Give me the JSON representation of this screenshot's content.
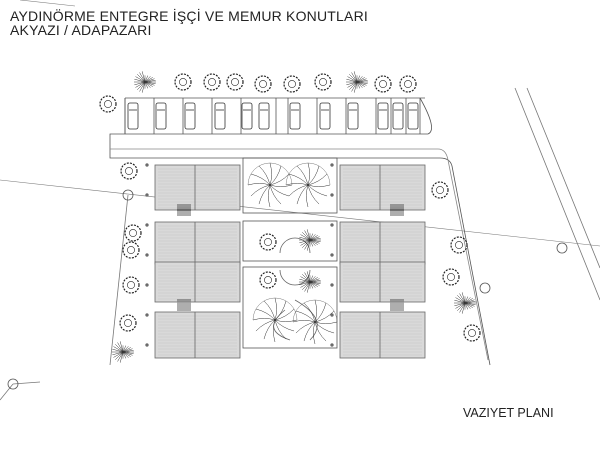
{
  "title": {
    "line1": "AYDINÖRME ENTEGRE İŞÇİ VE MEMUR KONUTLARI",
    "line2": "AKYAZI / ADAPAZARI"
  },
  "plan_label": "VAZIYET PLANI",
  "colors": {
    "line": "#444444",
    "building_fill": "#d9d9d9",
    "text": "#222222"
  },
  "site": {
    "parking_spaces_count": 12,
    "building_blocks": 2,
    "courtyards": 3
  }
}
